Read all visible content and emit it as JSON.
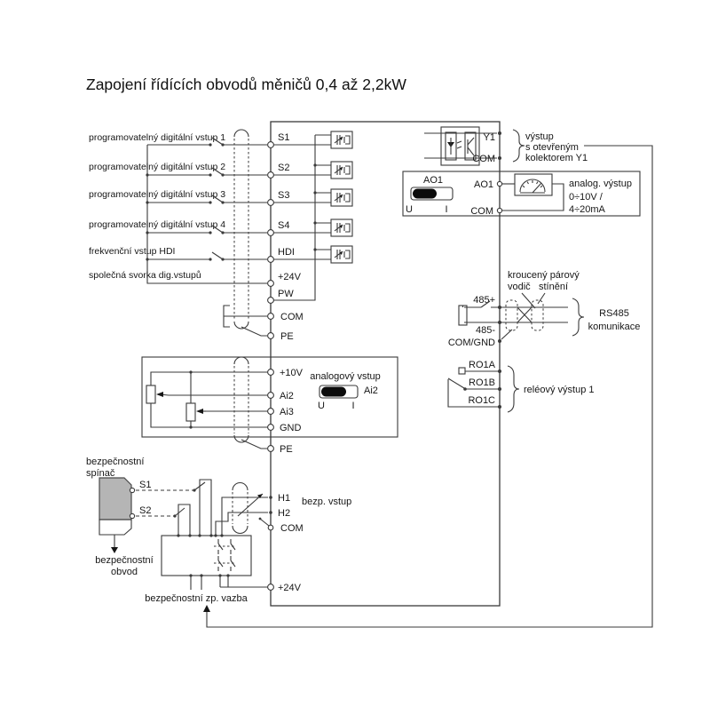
{
  "title": "Zapojení řídících obvodů měničů 0,4 až 2,2kW",
  "colors": {
    "line": "#3a3a3a",
    "text": "#161616",
    "switch_fill": "#0c0c0c",
    "safety_switch_fill": "#b5b5b5",
    "background": "#ffffff"
  },
  "digital_inputs": {
    "rows": [
      {
        "label": "programovatelný digitální vstup 1",
        "terminal": "S1"
      },
      {
        "label": "programovatelný digitální vstup 2",
        "terminal": "S2"
      },
      {
        "label": "programovatelný digitální vstup 3",
        "terminal": "S3"
      },
      {
        "label": "programovatelný digitální vstup 4",
        "terminal": "S4"
      },
      {
        "label": "frekvenční vstup HDI",
        "terminal": "HDI"
      }
    ],
    "common_label": "společná svorka dig.vstupů",
    "terminals": {
      "p24": "+24V",
      "pw": "PW",
      "com": "COM",
      "pe": "PE"
    }
  },
  "analog_input": {
    "title": "analogový vstup",
    "selected": "Ai2",
    "u": "U",
    "i": "I",
    "terminals": {
      "p10": "+10V",
      "ai2": "Ai2",
      "ai3": "Ai3",
      "gnd": "GND",
      "pe": "PE"
    }
  },
  "safety": {
    "switch_line1": "bezpečnostní",
    "switch_line2": "spínač",
    "s1": "S1",
    "s2": "S2",
    "circuit_line1": "bezpečnostní",
    "circuit_line2": "obvod",
    "feedback": "bezpečnostní zp. vazba",
    "input_caption": "bezp. vstup",
    "terminals": {
      "h1": "H1",
      "h2": "H2",
      "com": "COM",
      "p24": "+24V"
    }
  },
  "y1_output": {
    "y1": "Y1",
    "com": "COM",
    "caption": [
      "výstup",
      "s otevřeným",
      "kolektorem Y1"
    ]
  },
  "analog_output": {
    "switch_title": "AO1",
    "u": "U",
    "i": "I",
    "ao1": "AO1",
    "com": "COM",
    "caption": [
      "analog. výstup",
      "0÷10V /",
      "4÷20mA"
    ]
  },
  "rs485": {
    "twisted1": "kroucený párový",
    "twisted2": "vodič",
    "shield": "stínění",
    "t485p": "485+",
    "t485m": "485-",
    "comgnd": "COM/GND",
    "caption": [
      "RS485",
      "komunikace"
    ]
  },
  "relay": {
    "ro1a": "RO1A",
    "ro1b": "RO1B",
    "ro1c": "RO1C",
    "caption": "reléový výstup 1"
  }
}
